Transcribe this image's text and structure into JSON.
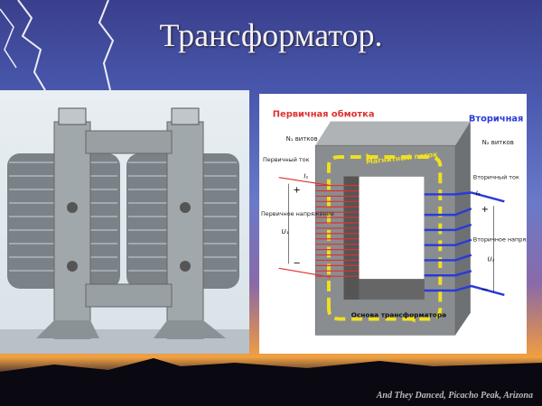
{
  "slide": {
    "title": "Трансформатор.",
    "caption": "And They Danced, Picacho Peak, Arizona"
  },
  "diagram": {
    "primary_winding": "Первичная обмотка",
    "n1": "N₁ витков",
    "secondary_winding": "Вторичная обмотка",
    "n2": "N₂ витков",
    "primary_current": "Первичный ток",
    "i1": "I₁",
    "secondary_current": "Вторичный ток",
    "i2": "I₂",
    "primary_voltage": "Первичное напряжение",
    "u1": "U₁",
    "secondary_voltage": "Вторичное напряжение",
    "u2": "U₂",
    "flux": "Магнитный поток",
    "core": "Основа трансформатора",
    "plus": "+",
    "minus": "−",
    "colors": {
      "primary": "#e03030",
      "secondary": "#2a3ad8",
      "flux": "#f0e020",
      "core": "#8a8d90"
    }
  }
}
